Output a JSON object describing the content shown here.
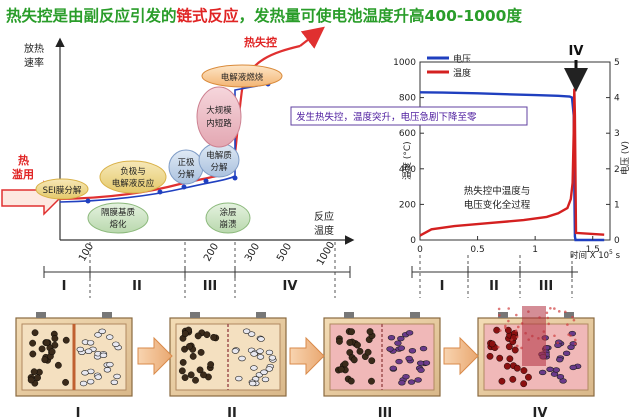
{
  "title": {
    "part1": "热失控是由副反应引发的",
    "part2": "链式反应",
    "part3": "，发热量可使电池温度升高400-1000度"
  },
  "left_diagram": {
    "y_axis_label": [
      "放热",
      "速率"
    ],
    "x_axis_label": [
      "反应",
      "温度"
    ],
    "x_ticks": [
      "100",
      "200",
      "300",
      "500",
      "1000"
    ],
    "thermal_abuse_label": [
      "热",
      "滥用"
    ],
    "thermal_runaway_label": "热失控",
    "stages": [
      "I",
      "II",
      "III",
      "IV"
    ],
    "bubbles": {
      "sei": "SEI膜分解",
      "anode": [
        "负极与",
        "电解液反应"
      ],
      "cathode": [
        "正极",
        "分解"
      ],
      "electrolyte": [
        "电解质",
        "分解"
      ],
      "short": [
        "大规模",
        "内短路"
      ],
      "combustion": "电解液燃烧",
      "separator": [
        "隔膜基质",
        "熔化"
      ],
      "coating": [
        "涂层",
        "崩溃"
      ]
    }
  },
  "right_chart": {
    "stage_marker": "IV",
    "annotation": "发生热失控，温度突升，电压急剧下降至零",
    "inner_text": [
      "热失控中温度与",
      "电压变化全过程"
    ],
    "y_left_label": "温度 (°C)",
    "y_right_label": "电压 (V)",
    "x_label": "时间 X 10",
    "x_label_sup": "5",
    "x_label_unit": " s",
    "stages": [
      "I",
      "II",
      "III"
    ],
    "tick_labels": {
      "left": [
        "0",
        "200",
        "400",
        "600",
        "800",
        "1000"
      ],
      "right": [
        "0",
        "1",
        "2",
        "3",
        "4",
        "5"
      ],
      "x": [
        "0",
        "0.5",
        "1",
        "1.5"
      ]
    }
  },
  "chart_data": {
    "type": "line",
    "xlabel": "时间 X 10^5 s",
    "ylabel": "温度 (°C)",
    "ylabel_right": "电压 (V)",
    "xlim": [
      0,
      1.65
    ],
    "ylim": [
      0,
      1000
    ],
    "ylim_right": [
      0,
      5
    ],
    "series": [
      {
        "name": "电压",
        "axis": "right",
        "color": "#1f3fbf",
        "x": [
          0,
          0.2,
          0.5,
          0.8,
          1.0,
          1.2,
          1.3,
          1.32,
          1.335,
          1.34,
          1.345,
          1.35,
          1.6
        ],
        "y": [
          4.15,
          4.14,
          4.12,
          4.09,
          4.07,
          4.05,
          4.03,
          4.0,
          3.5,
          1.5,
          0.1,
          0.0,
          0.0
        ]
      },
      {
        "name": "温度",
        "axis": "left",
        "color": "#d42020",
        "x": [
          0,
          0.1,
          0.3,
          0.6,
          0.9,
          1.1,
          1.2,
          1.28,
          1.31,
          1.325,
          1.335,
          1.34,
          1.345,
          1.355,
          1.6
        ],
        "y": [
          25,
          60,
          78,
          95,
          112,
          130,
          150,
          180,
          230,
          320,
          600,
          850,
          700,
          40,
          30
        ]
      }
    ]
  },
  "bottom_panels": {
    "labels": [
      "I",
      "II",
      "III",
      "IV"
    ]
  },
  "colors": {
    "title_green": "#2a9d2a",
    "runaway_red": "#e02424",
    "curve_red": "#d42020",
    "voltage_blue": "#1f3fbf"
  }
}
